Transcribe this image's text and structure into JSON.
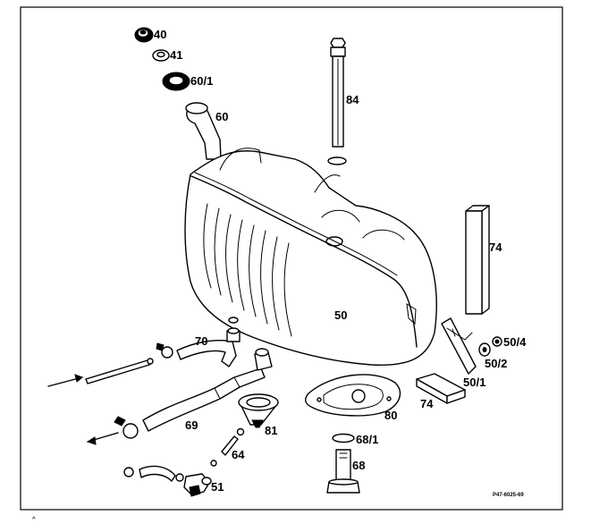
{
  "labels": {
    "l40": "40",
    "l41": "41",
    "l60_1": "60/1",
    "l60": "60",
    "l84": "84",
    "l74_upright": "74",
    "l50": "50",
    "l50_4": "50/4",
    "l50_2": "50/2",
    "l50_1": "50/1",
    "l70": "70",
    "l69": "69",
    "l81": "81",
    "l64": "64",
    "l51": "51",
    "l80": "80",
    "l74_flat": "74",
    "l68_1": "68/1",
    "l68": "68"
  },
  "reference": "P47-6025-69",
  "corner_mark": "^"
}
